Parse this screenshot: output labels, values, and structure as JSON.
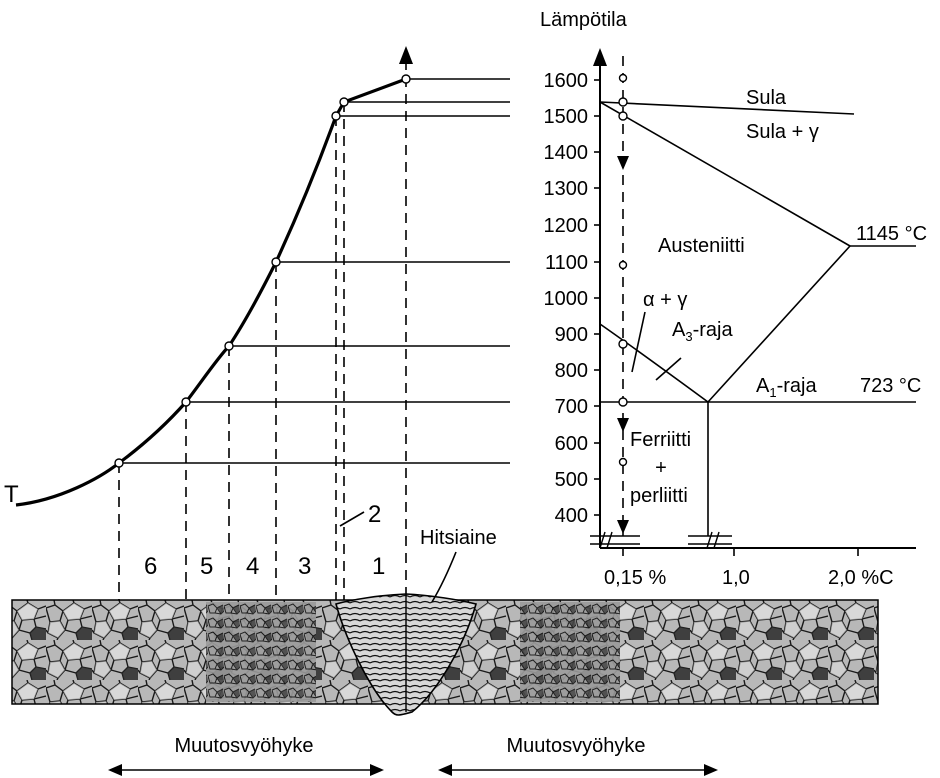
{
  "phase_diagram": {
    "title": "Lämpötila",
    "y_ticks": [
      "1600",
      "1500",
      "1400",
      "1300",
      "1200",
      "1100",
      "1000",
      "900",
      "800",
      "700",
      "600",
      "500",
      "400"
    ],
    "x_ticks": [
      "0,15 %",
      "1,0",
      "2,0 %C"
    ],
    "regions": {
      "sula": "Sula",
      "sula_gamma": "Sula + γ",
      "austeniitti": "Austeniitti",
      "alpha_gamma": "α + γ",
      "a3_prefix": "A",
      "a3_sub": "3",
      "a3_suffix": "-raja",
      "a1_prefix": "A",
      "a1_sub": "1",
      "a1_suffix": "-raja",
      "ferriitti": "Ferriitti",
      "plus": "+",
      "perliitti": "perliitti"
    },
    "temps": {
      "t1145": "1145 °C",
      "t723": "723 °C"
    }
  },
  "curve": {
    "label": "T"
  },
  "zones": {
    "z6": "6",
    "z5": "5",
    "z4": "4",
    "z3": "3",
    "z1": "1",
    "z2": "2"
  },
  "weld": {
    "label": "Hitsiaine"
  },
  "haz": {
    "left": "Muutosvyöhyke",
    "right": "Muutosvyöhyke"
  },
  "colors": {
    "line": "#000000",
    "grain_fill": "#b8b8b8",
    "grain_line": "#1a1a1a",
    "background": "#ffffff"
  }
}
